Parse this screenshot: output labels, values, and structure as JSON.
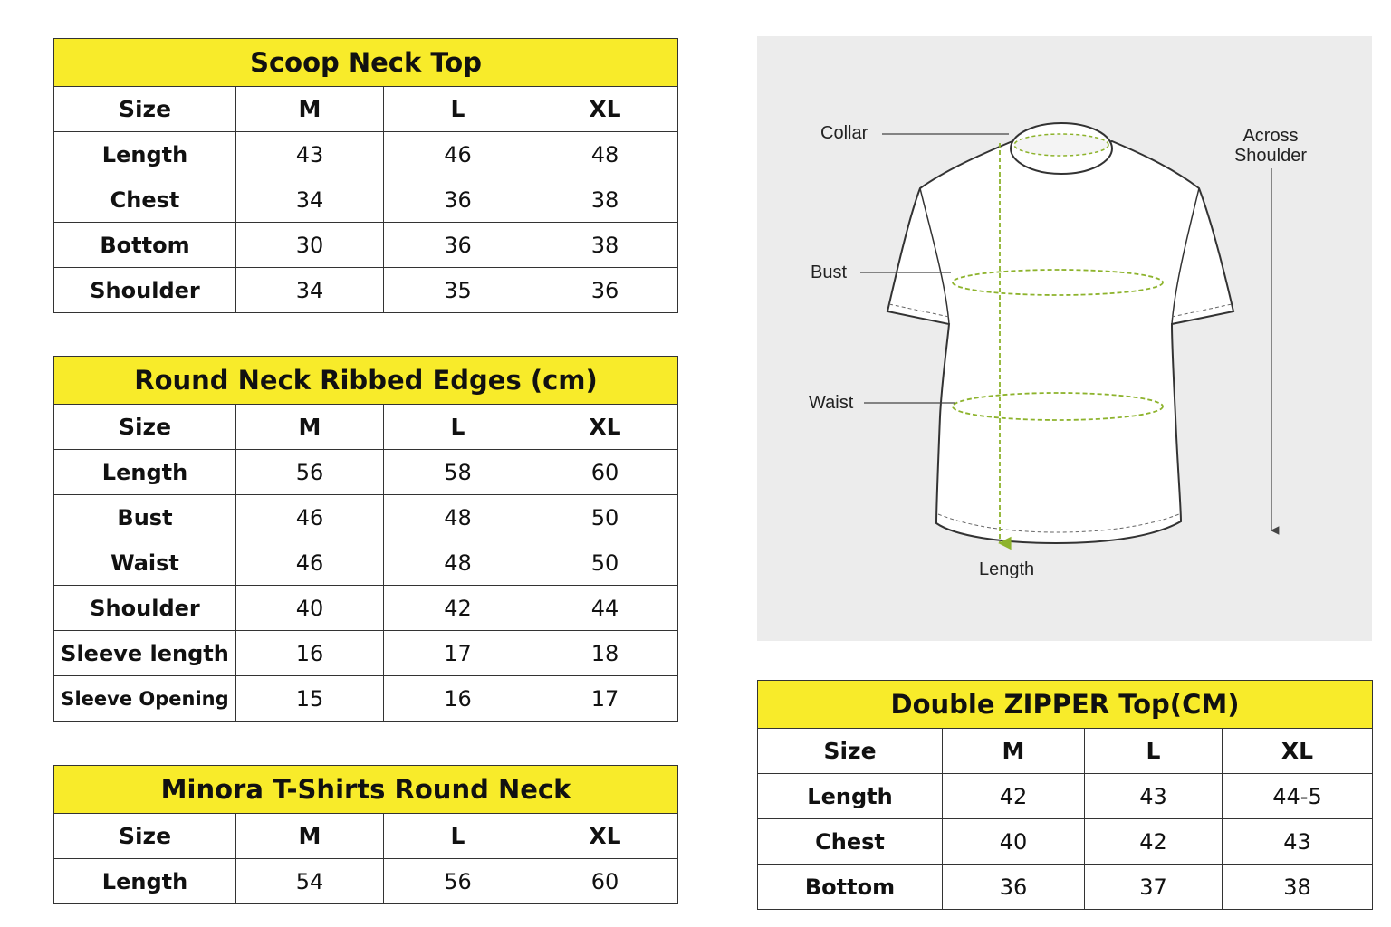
{
  "colors": {
    "title_bg": "#f8eb2a",
    "border": "#333333",
    "diagram_bg": "#ececec",
    "guide_green": "#8db32c"
  },
  "tables": {
    "scoop": {
      "title": "Scoop Neck Top",
      "headers": [
        "Size",
        "M",
        "L",
        "XL"
      ],
      "rows": [
        [
          "Length",
          "43",
          "46",
          "48"
        ],
        [
          "Chest",
          "34",
          "36",
          "38"
        ],
        [
          "Bottom",
          "30",
          "36",
          "38"
        ],
        [
          "Shoulder",
          "34",
          "35",
          "36"
        ]
      ]
    },
    "round_ribbed": {
      "title": "Round Neck Ribbed Edges (cm)",
      "headers": [
        "Size",
        "M",
        "L",
        "XL"
      ],
      "rows": [
        [
          "Length",
          "56",
          "58",
          "60"
        ],
        [
          "Bust",
          "46",
          "48",
          "50"
        ],
        [
          "Waist",
          "46",
          "48",
          "50"
        ],
        [
          "Shoulder",
          "40",
          "42",
          "44"
        ],
        [
          "Sleeve length",
          "16",
          "17",
          "18"
        ],
        [
          "Sleeve Opening",
          "15",
          "16",
          "17"
        ]
      ]
    },
    "minora": {
      "title": "Minora T-Shirts Round Neck",
      "headers": [
        "Size",
        "M",
        "L",
        "XL"
      ],
      "rows": [
        [
          "Length",
          "54",
          "56",
          "60"
        ]
      ]
    },
    "double_zipper": {
      "title": "Double ZIPPER Top(CM)",
      "headers": [
        "Size",
        "M",
        "L",
        "XL"
      ],
      "rows": [
        [
          "Length",
          "42",
          "43",
          "44-5"
        ],
        [
          "Chest",
          "40",
          "42",
          "43"
        ],
        [
          "Bottom",
          "36",
          "37",
          "38"
        ]
      ]
    }
  },
  "diagram": {
    "collar": "Collar",
    "across_line1": "Across",
    "across_line2": "Shoulder",
    "bust": "Bust",
    "waist": "Waist",
    "length": "Length",
    "icon": "tshirt-icon"
  }
}
